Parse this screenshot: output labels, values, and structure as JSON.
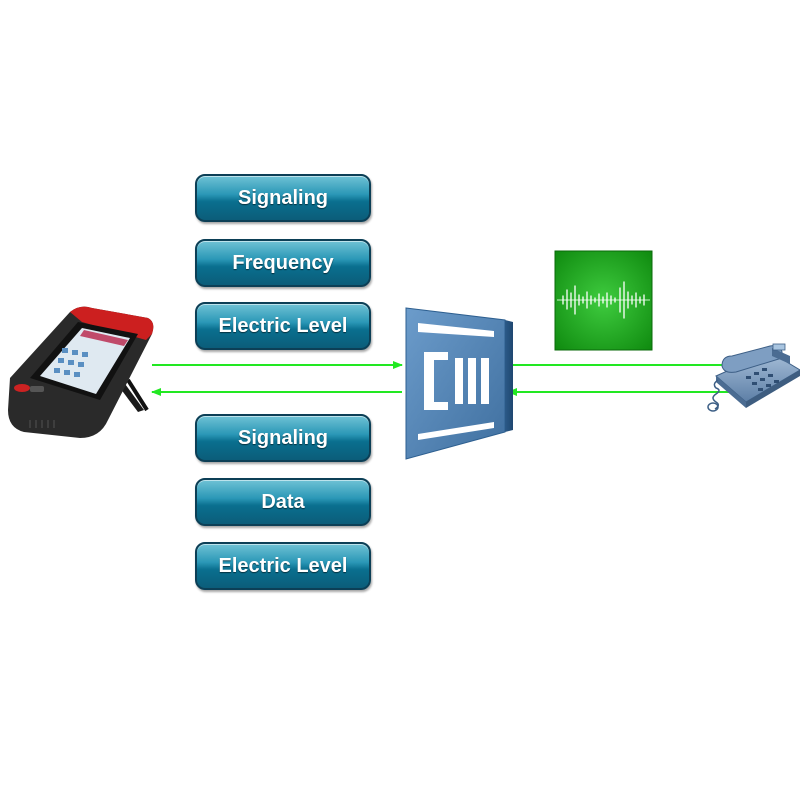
{
  "labels_top": [
    {
      "id": "p1",
      "text": "Signaling"
    },
    {
      "id": "p2",
      "text": "Frequency"
    },
    {
      "id": "p3",
      "text": "Electric Level"
    }
  ],
  "labels_bottom": [
    {
      "id": "p4",
      "text": "Signaling"
    },
    {
      "id": "p5",
      "text": "Data"
    },
    {
      "id": "p6",
      "text": "Electric Level"
    }
  ],
  "colors": {
    "arrow": "#22e822",
    "pill_dark": "#0b5d79",
    "pill_light": "#6fc2d5",
    "switch_body": "#4a7fb3",
    "waveform_bg": "#1aa51a"
  },
  "icons": {
    "tester": "handheld-tester-icon",
    "switch": "exchange-switch-icon",
    "waveform": "audio-waveform-icon",
    "phone": "desk-telephone-icon"
  }
}
